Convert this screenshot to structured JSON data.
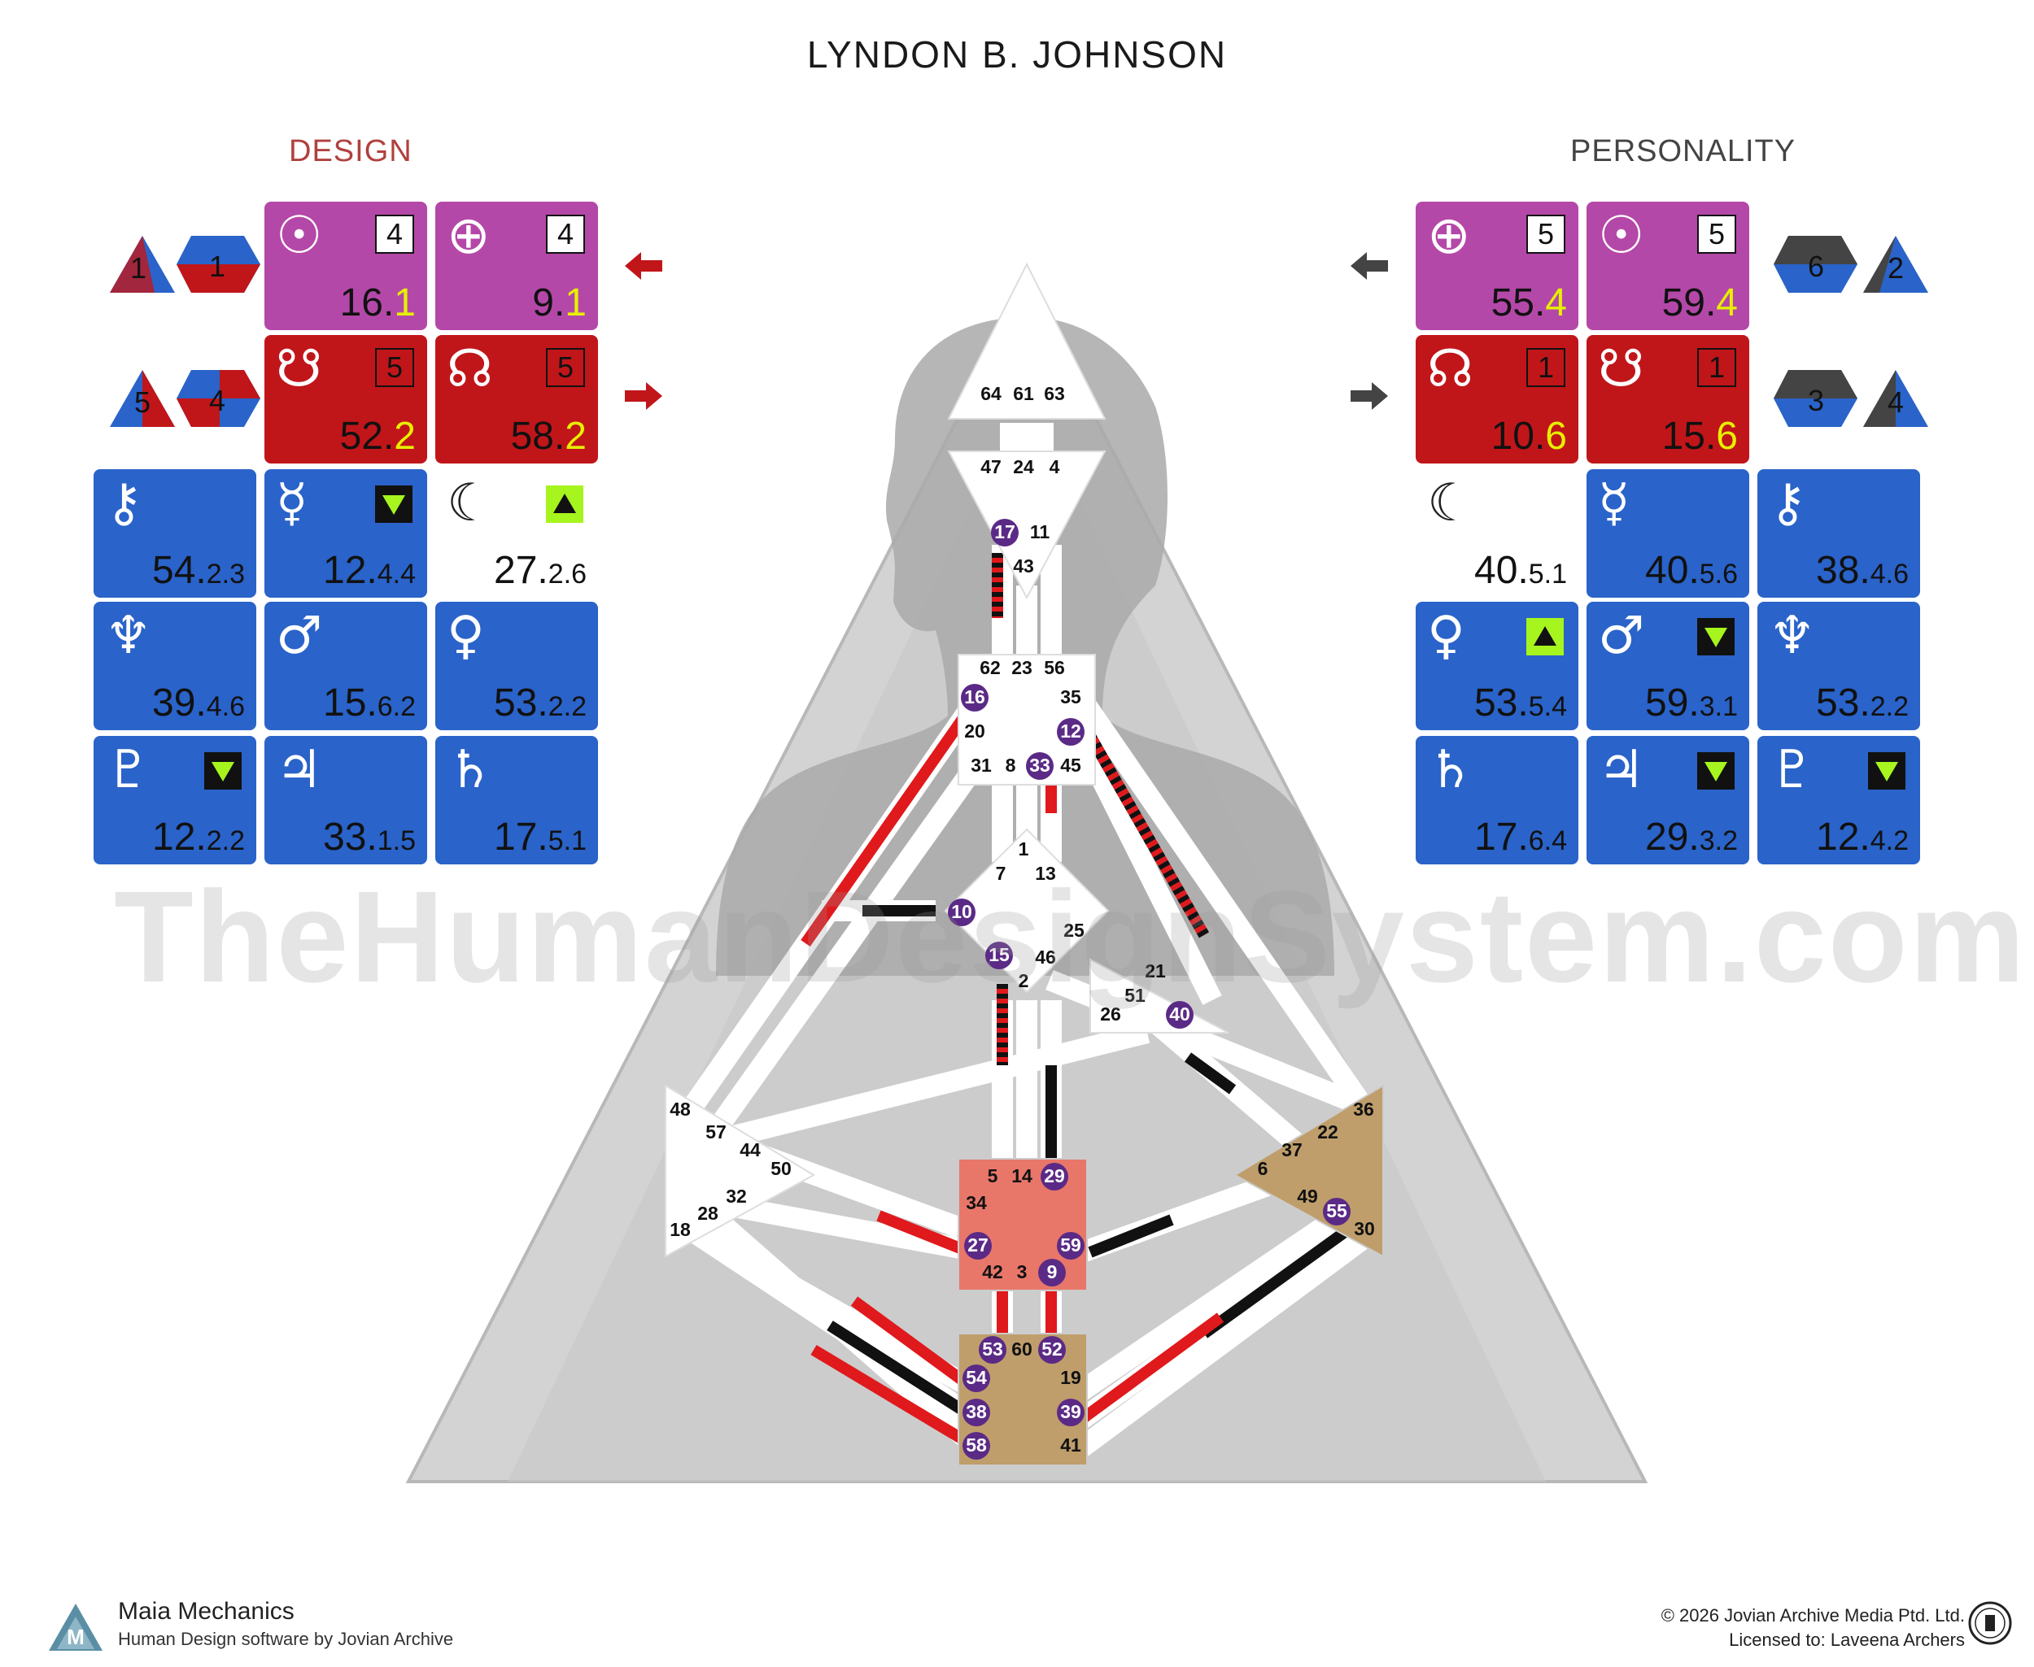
{
  "title": "LYNDON B. JOHNSON",
  "design_label": "DESIGN",
  "personality_label": "PERSONALITY",
  "watermark": "TheHumanDesignSystem.com",
  "footer": {
    "brand": "Maia Mechanics",
    "tagline": "Human Design software by Jovian Archive",
    "copyright": "© 2026 Jovian Archive Media Ptd. Ltd.",
    "license": "Licensed to: Laveena Archers"
  },
  "colors": {
    "design_red": "#c0161a",
    "personality_black": "#111111",
    "planet_blue": "#2a63c9",
    "sun_earth_pink": "#b448a8",
    "node_red": "#c0161a",
    "throat_ajna_white": "#ffffff",
    "sacral": "#e8776a",
    "root_spleen_tan": "#bf9e6b",
    "active_gate_purple": "#5b2a86"
  },
  "design": {
    "variables": [
      {
        "shape": "triangle",
        "number": "1"
      },
      {
        "shape": "hexagon",
        "number": "1"
      },
      {
        "shape": "triangle",
        "number": "5"
      },
      {
        "shape": "hexagon",
        "number": "4"
      }
    ],
    "cards": [
      {
        "planet": "sun",
        "symbol": "☉",
        "gate": "16.",
        "line": "1",
        "badge": "4",
        "color": "pink"
      },
      {
        "planet": "earth",
        "symbol": "⊕",
        "gate": "9.",
        "line": "1",
        "badge": "4",
        "color": "pink"
      },
      {
        "planet": "south-node",
        "symbol": "☋",
        "gate": "52.",
        "line": "2",
        "badge": "5",
        "color": "red"
      },
      {
        "planet": "north-node",
        "symbol": "☊",
        "gate": "58.",
        "line": "2",
        "badge": "5",
        "color": "red"
      },
      {
        "planet": "chiron",
        "symbol": "⚷",
        "gate": "54.",
        "line": "2.3",
        "color": "blue"
      },
      {
        "planet": "mercury",
        "symbol": "☿",
        "gate": "12.",
        "line": "4.4",
        "color": "blue",
        "arrow": "down"
      },
      {
        "planet": "moon",
        "symbol": "☾",
        "gate": "27.",
        "line": "2.6",
        "color": "none",
        "arrow": "up"
      },
      {
        "planet": "neptune",
        "symbol": "♆",
        "gate": "39.",
        "line": "4.6",
        "color": "blue"
      },
      {
        "planet": "mars",
        "symbol": "♂",
        "gate": "15.",
        "line": "6.2",
        "color": "blue"
      },
      {
        "planet": "venus",
        "symbol": "♀",
        "gate": "53.",
        "line": "2.2",
        "color": "blue"
      },
      {
        "planet": "pluto",
        "symbol": "♇",
        "gate": "12.",
        "line": "2.2",
        "color": "blue",
        "arrow": "down"
      },
      {
        "planet": "jupiter",
        "symbol": "♃",
        "gate": "33.",
        "line": "1.5",
        "color": "blue"
      },
      {
        "planet": "saturn",
        "symbol": "♄",
        "gate": "17.",
        "line": "5.1",
        "color": "blue"
      }
    ]
  },
  "personality": {
    "variables": [
      {
        "shape": "hexagon",
        "number": "6"
      },
      {
        "shape": "triangle",
        "number": "2"
      },
      {
        "shape": "hexagon",
        "number": "3"
      },
      {
        "shape": "triangle",
        "number": "4"
      }
    ],
    "cards": [
      {
        "planet": "earth",
        "symbol": "⊕",
        "gate": "55.",
        "line": "4",
        "badge": "5",
        "color": "pink"
      },
      {
        "planet": "sun",
        "symbol": "☉",
        "gate": "59.",
        "line": "4",
        "badge": "5",
        "color": "pink"
      },
      {
        "planet": "north-node",
        "symbol": "☊",
        "gate": "10.",
        "line": "6",
        "badge": "1",
        "color": "red"
      },
      {
        "planet": "south-node",
        "symbol": "☋",
        "gate": "15.",
        "line": "6",
        "badge": "1",
        "color": "red"
      },
      {
        "planet": "moon",
        "symbol": "☾",
        "gate": "40.",
        "line": "5.1",
        "color": "none"
      },
      {
        "planet": "mercury",
        "symbol": "☿",
        "gate": "40.",
        "line": "5.6",
        "color": "blue"
      },
      {
        "planet": "chiron",
        "symbol": "⚷",
        "gate": "38.",
        "line": "4.6",
        "color": "blue"
      },
      {
        "planet": "venus",
        "symbol": "♀",
        "gate": "53.",
        "line": "5.4",
        "color": "blue",
        "arrow": "up"
      },
      {
        "planet": "mars",
        "symbol": "♂",
        "gate": "59.",
        "line": "3.1",
        "color": "blue",
        "arrow": "down"
      },
      {
        "planet": "neptune",
        "symbol": "♆",
        "gate": "53.",
        "line": "2.2",
        "color": "blue"
      },
      {
        "planet": "saturn",
        "symbol": "♄",
        "gate": "17.",
        "line": "6.4",
        "color": "blue"
      },
      {
        "planet": "jupiter",
        "symbol": "♃",
        "gate": "29.",
        "line": "3.2",
        "color": "blue",
        "arrow": "down"
      },
      {
        "planet": "pluto",
        "symbol": "♇",
        "gate": "12.",
        "line": "4.2",
        "color": "blue",
        "arrow": "down"
      }
    ]
  },
  "bodygraph": {
    "gates": {
      "head": [
        "64",
        "61",
        "63"
      ],
      "ajna": [
        "47",
        "24",
        "4",
        "17",
        "11",
        "43"
      ],
      "throat": [
        "62",
        "23",
        "56",
        "16",
        "35",
        "20",
        "12",
        "31",
        "8",
        "33",
        "45"
      ],
      "g_center": [
        "1",
        "7",
        "13",
        "10",
        "25",
        "15",
        "46",
        "2"
      ],
      "heart": [
        "21",
        "51",
        "26",
        "40"
      ],
      "spleen": [
        "48",
        "57",
        "44",
        "50",
        "32",
        "28",
        "18"
      ],
      "sacral": [
        "5",
        "14",
        "29",
        "34",
        "27",
        "59",
        "42",
        "3",
        "9"
      ],
      "solar_plexus": [
        "36",
        "22",
        "37",
        "6",
        "49",
        "55",
        "30"
      ],
      "root": [
        "53",
        "60",
        "52",
        "54",
        "19",
        "38",
        "39",
        "58",
        "41"
      ]
    },
    "active_gates": [
      "17",
      "16",
      "12",
      "33",
      "10",
      "15",
      "40",
      "29",
      "27",
      "59",
      "9",
      "55",
      "53",
      "52",
      "54",
      "38",
      "39",
      "58"
    ],
    "defined_centers": [
      "sacral",
      "solar_plexus",
      "spleen_undefined",
      "root"
    ]
  }
}
